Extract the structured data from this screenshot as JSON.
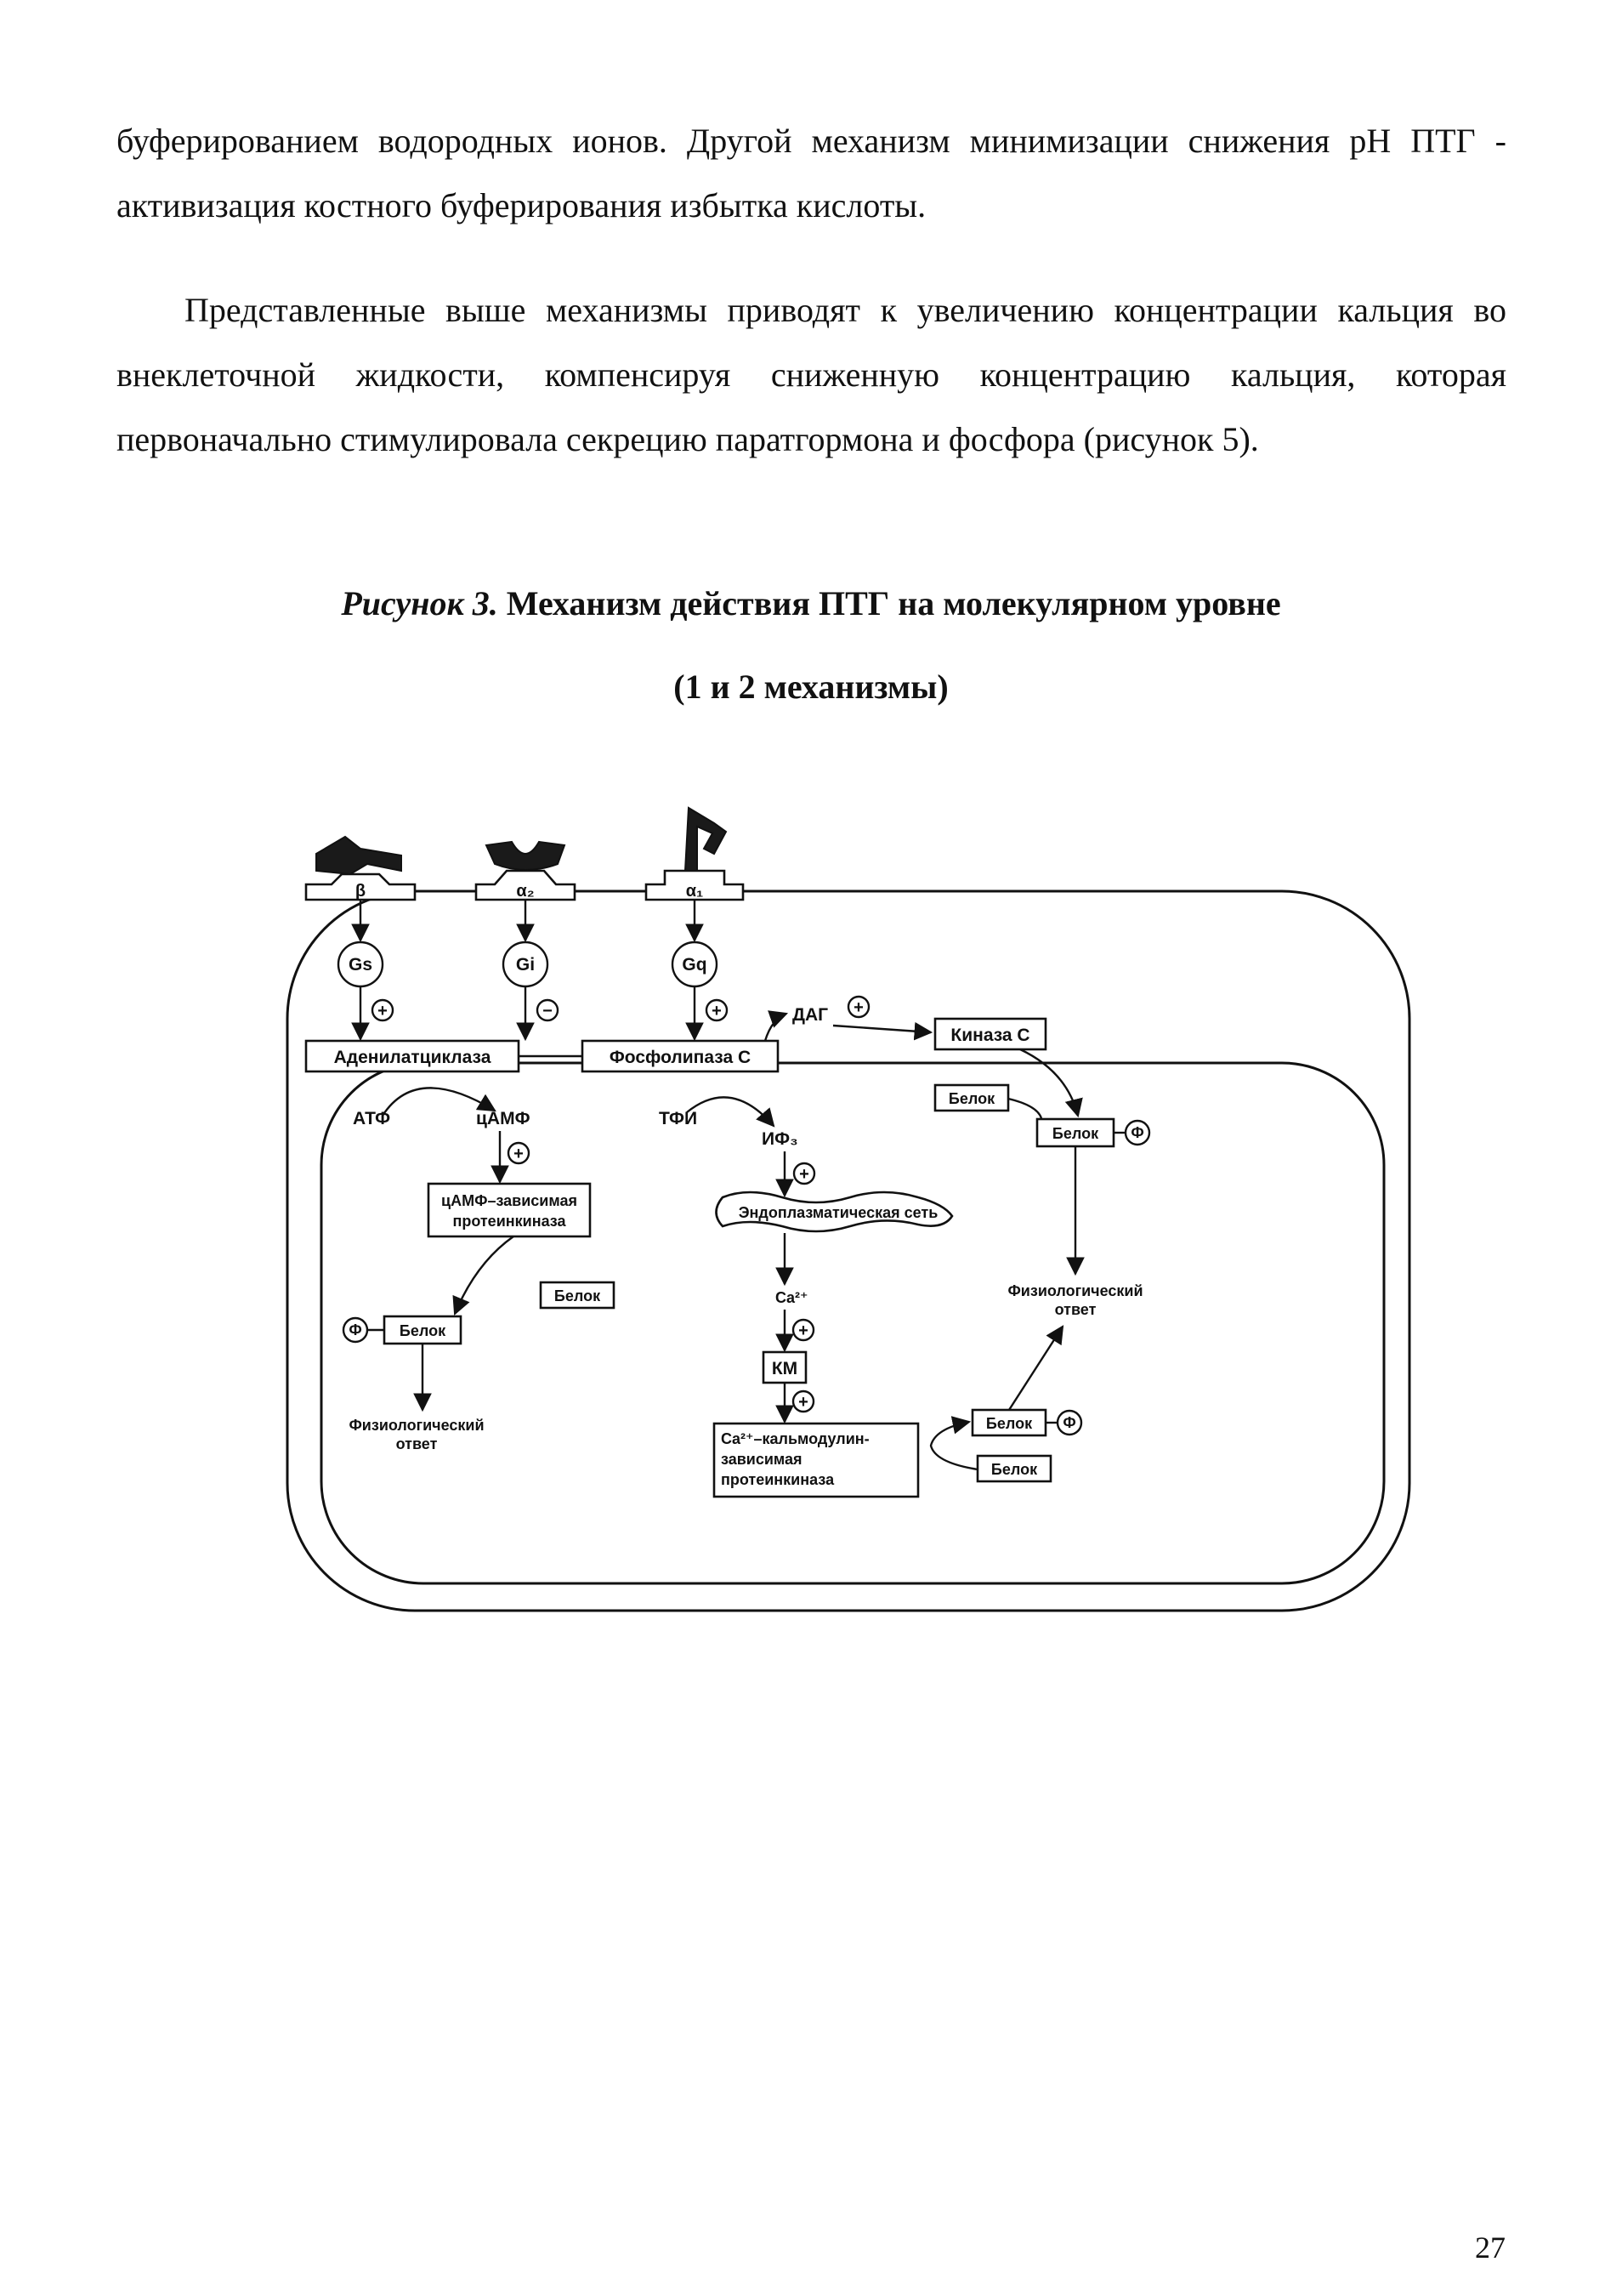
{
  "text": {
    "paragraph1": "буферированием водородных ионов. Другой механизм минимизации снижения рН ПТГ - активизация костного буферирования избытка кислоты.",
    "paragraph2": "Представленные выше механизмы приводят к увеличению концентрации кальция во внеклеточной жидкости, компенсируя сниженную концентрацию кальция, которая первоначально стимулировала секрецию паратгормона и фосфора (рисунок 5)."
  },
  "caption": {
    "lead": "Рисунок 3.",
    "title": "Механизм действия ПТГ на молекулярном уровне",
    "subtitle": "(1 и 2 механизмы)"
  },
  "diagram": {
    "receptors": {
      "beta": "β",
      "alpha2": "α₂",
      "alpha1": "α₁"
    },
    "g_proteins": {
      "gs": "Gs",
      "gi": "Gi",
      "gq": "Gq"
    },
    "signs": {
      "plus": "+",
      "minus": "−"
    },
    "enzymes": {
      "adenylate_cyclase": "Аденилатциклаза",
      "phospholipase_c": "Фосфолипаза С",
      "kinase_c": "Киназа С"
    },
    "molecules": {
      "atp": "АТФ",
      "camp": "цАМФ",
      "tfi": "ТФИ",
      "dag": "ДАГ",
      "ip3": "ИФ₃",
      "ca": "Ca²⁺",
      "km": "КМ",
      "phosphate": "Ф",
      "protein": "Белок"
    },
    "camp_kinase": [
      "цАМФ–зависимая",
      "протеинкиназа"
    ],
    "er": "Эндоплазматическая сеть",
    "ca_kinase": [
      "Ca²⁺–кальмодулин-",
      "зависимая",
      "протеинкиназа"
    ],
    "physiological_response": [
      "Физиологический",
      "ответ"
    ]
  },
  "page_number": "27"
}
